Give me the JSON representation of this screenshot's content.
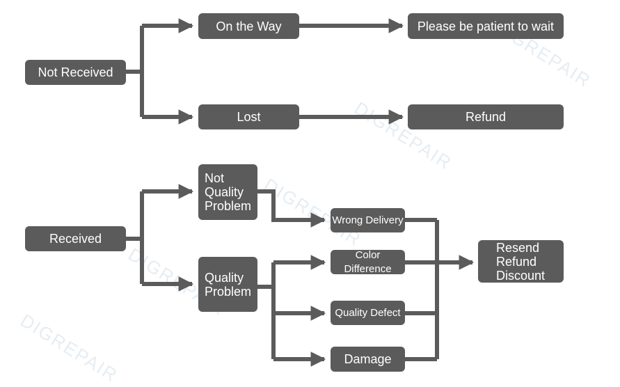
{
  "watermark": "DIGREPAIR",
  "colors": {
    "box": "#5b5b5b",
    "connector": "#5b5b5b",
    "text": "#ffffff"
  },
  "nodes": {
    "not_received": "Not Received",
    "on_the_way": "On the Way",
    "please_wait": "Please be patient to wait",
    "lost": "Lost",
    "refund": "Refund",
    "received": "Received",
    "not_quality_problem": [
      "Not",
      "Quality",
      "Problem"
    ],
    "quality_problem": [
      "Quality",
      "Problem"
    ],
    "wrong_delivery": "Wrong Delivery",
    "color_difference": "Color Difference",
    "quality_defect": "Quality Defect",
    "damage": "Damage",
    "resolution": [
      "Resend",
      "Refund",
      "Discount"
    ]
  }
}
